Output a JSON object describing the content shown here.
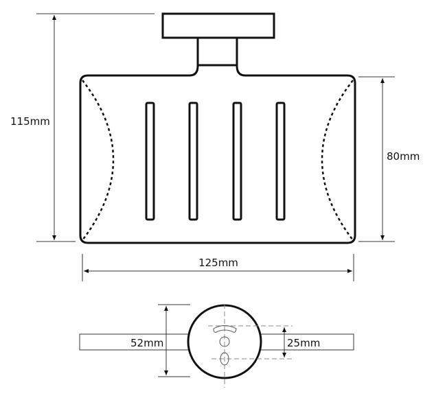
{
  "dimensions": {
    "total_height": "115mm",
    "body_height": "80mm",
    "width": "125mm",
    "plate_diameter": "52mm",
    "hole_spacing": "25mm"
  }
}
